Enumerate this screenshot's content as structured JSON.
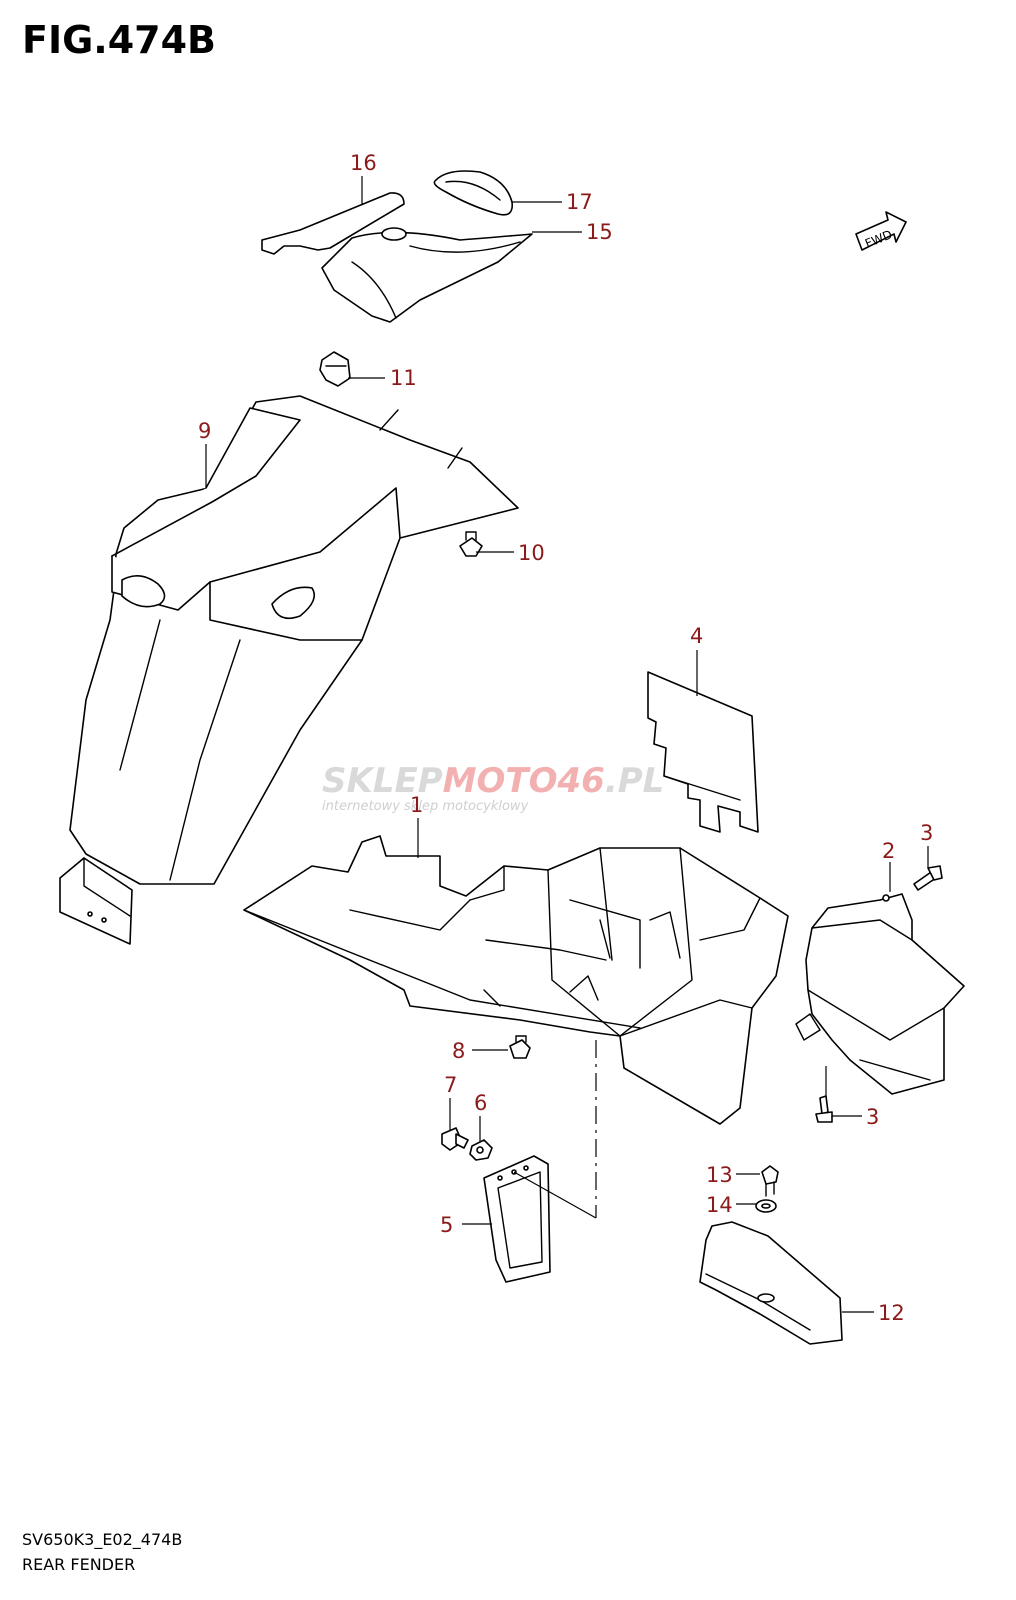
{
  "figure": {
    "title": "FIG.474B",
    "code": "SV650K3_E02_474B",
    "name": "REAR FENDER"
  },
  "watermark": {
    "brand_part1": "SKLEP",
    "brand_part2": "MOTO",
    "brand_part3": "46",
    "brand_part4": ".PL",
    "tagline": "internetowy sklep motocyklowy"
  },
  "direction_label": "FWD",
  "callouts": [
    "1",
    "2",
    "3",
    "3",
    "4",
    "5",
    "6",
    "7",
    "8",
    "9",
    "10",
    "11",
    "12",
    "13",
    "14",
    "15",
    "16",
    "17"
  ],
  "colors": {
    "callout": "#8b1a1a",
    "line": "#000000",
    "watermark": "#d9d9d9",
    "watermark_accent": "#f2b0b0"
  }
}
